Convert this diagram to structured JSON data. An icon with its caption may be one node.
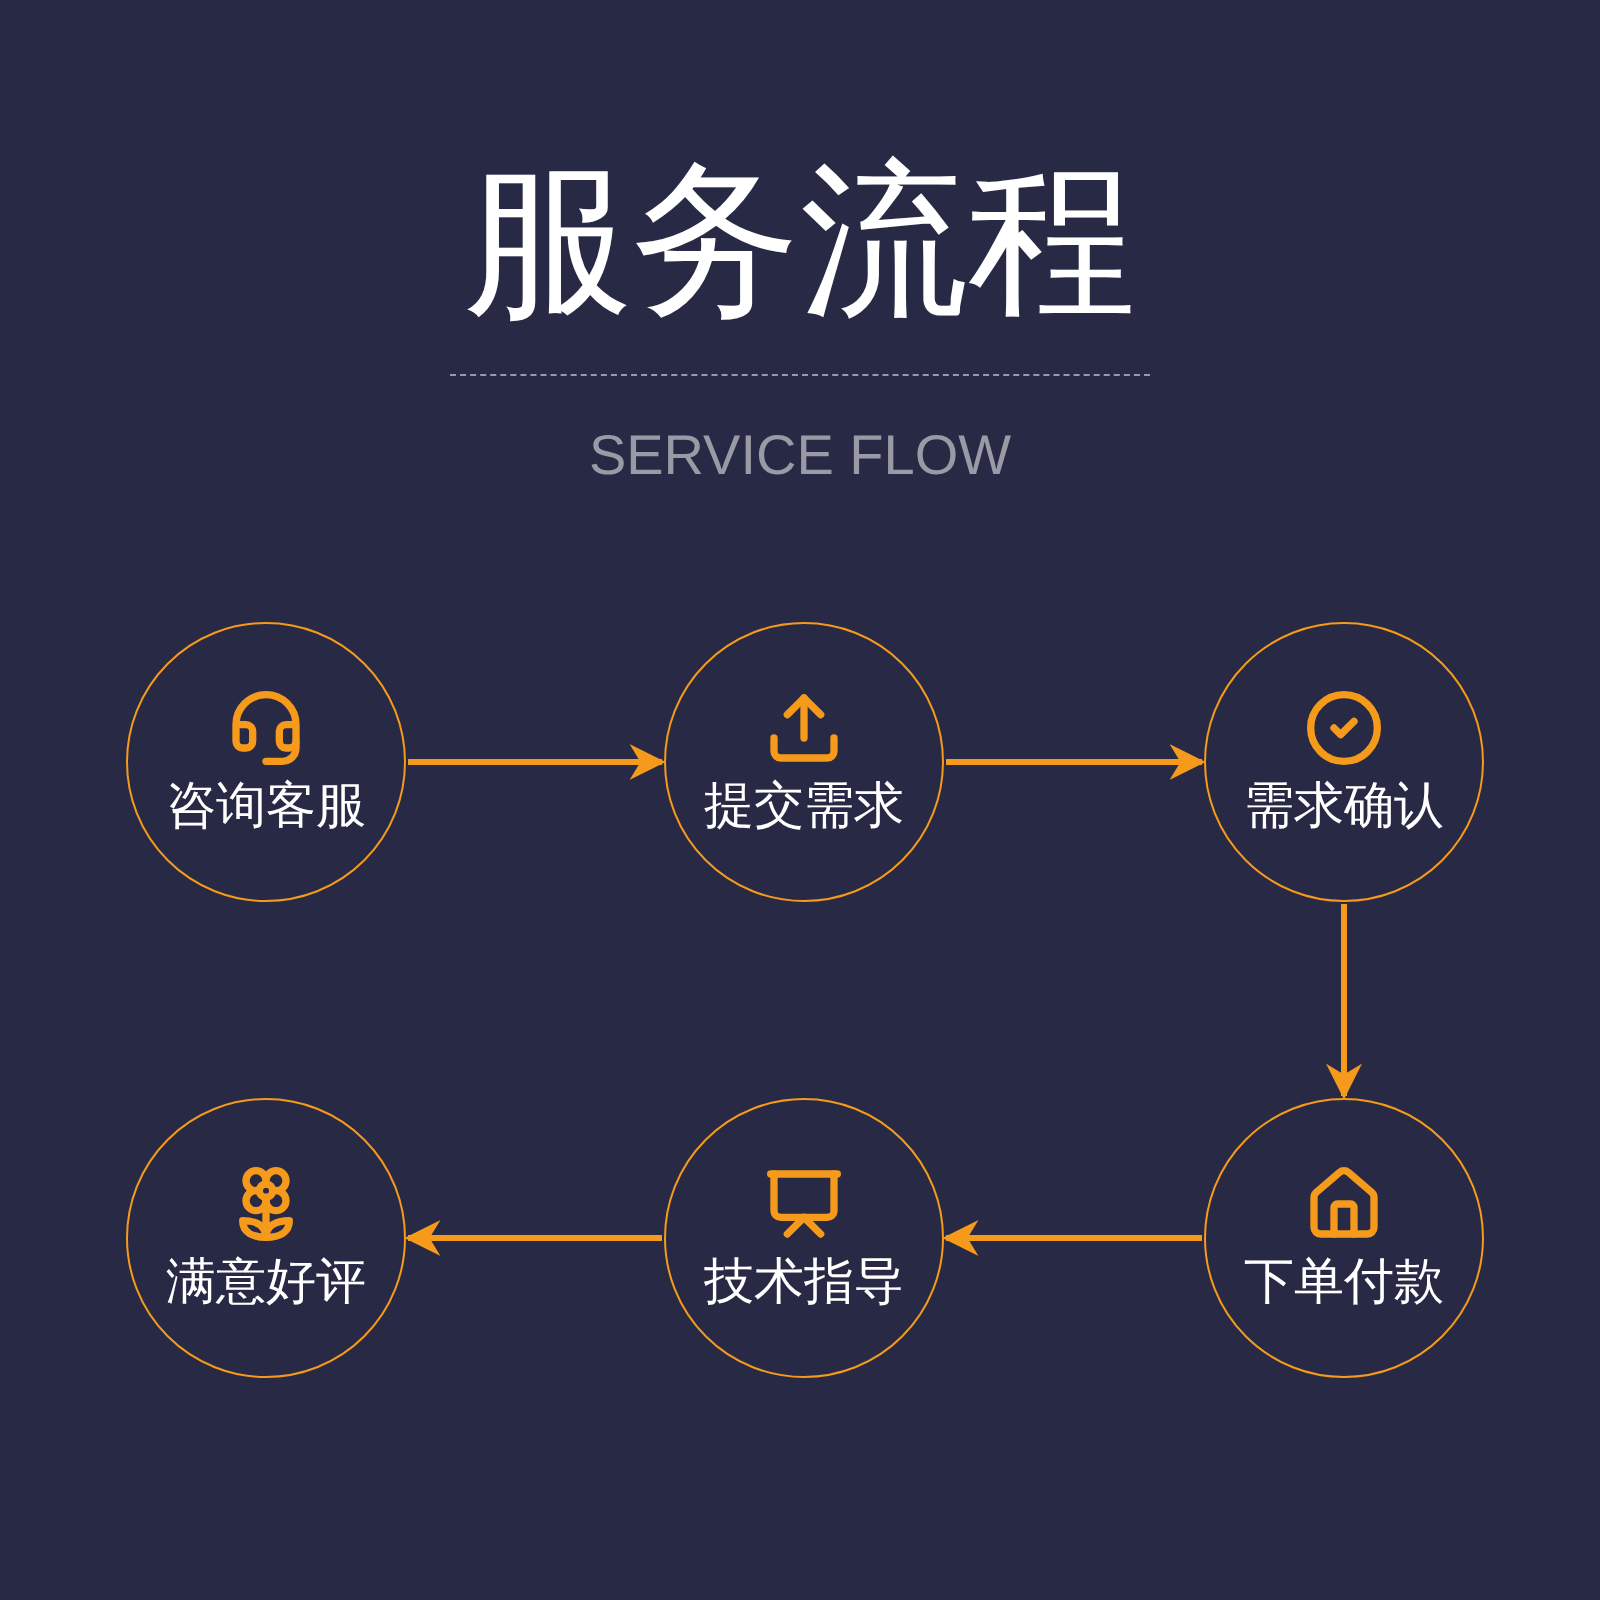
{
  "diagram": {
    "title": "服务流程",
    "nodes": [
      {
        "text": [
          "咨询客服"
        ]
      },
      {
        "text": [
          "提交需求"
        ]
      },
      {
        "text": [
          "需求确认"
        ]
      },
      {
        "text": [
          "下单付款"
        ]
      },
      {
        "text": [
          "技术指导"
        ]
      },
      {
        "text": [
          "满意好评"
        ]
      }
    ],
    "edges": [
      {
        "from": 0,
        "to": 1,
        "arrow": "to"
      },
      {
        "from": 1,
        "to": 2,
        "arrow": "to"
      },
      {
        "from": 2,
        "to": 3,
        "arrow": "to"
      },
      {
        "from": 3,
        "to": 4,
        "arrow": "to"
      },
      {
        "from": 4,
        "to": 5,
        "arrow": "to"
      }
    ],
    "labels": [
      "SERVICE FLOW"
    ]
  }
}
